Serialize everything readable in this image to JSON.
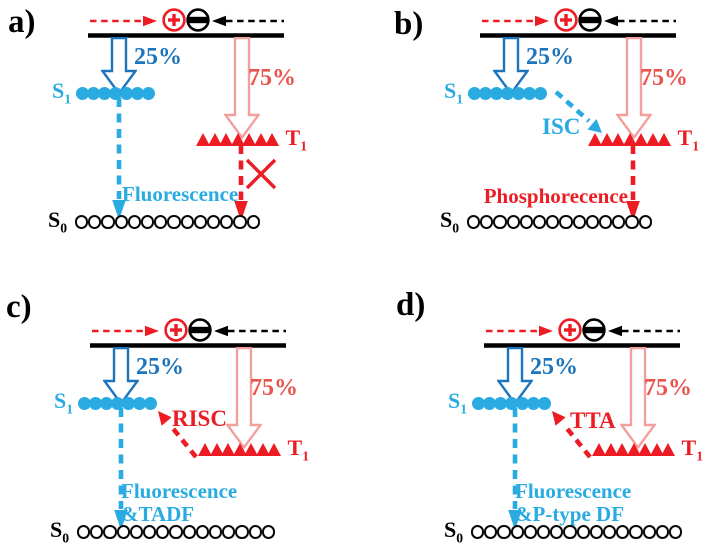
{
  "colors": {
    "cyan": "#29abe2",
    "dark_blue": "#1c75bc",
    "red": "#ed1c24",
    "pink_outline": "#f2a09d",
    "soft_red": "#e8544e",
    "black": "#000000"
  },
  "shared": {
    "hole_icon": "circle-plus",
    "electron_icon": "circle-minus",
    "singlet_fraction": "25%",
    "triplet_fraction": "75%",
    "s1": {
      "base": "S",
      "sub": "1"
    },
    "t1": {
      "base": "T",
      "sub": "1"
    },
    "s0": {
      "base": "S",
      "sub": "0"
    }
  },
  "panels": {
    "a": {
      "label": "a)",
      "s1_exciton_count": 7,
      "t1_exciton_count": 7,
      "s0_site_count": 14,
      "emission_label": "Fluorescence",
      "triplet_decay_icon": "forbidden-x"
    },
    "b": {
      "label": "b)",
      "s1_exciton_count": 7,
      "t1_exciton_count": 7,
      "s0_site_count": 14,
      "transfer_label": "ISC",
      "emission_label": "Phosphorecence"
    },
    "c": {
      "label": "c)",
      "s1_exciton_count": 7,
      "t1_exciton_count": 7,
      "s0_site_count": 15,
      "transfer_label": "RISC",
      "emission_label_line1": "Fluorescence",
      "emission_label_line2": "&TADF"
    },
    "d": {
      "label": "d)",
      "s1_exciton_count": 7,
      "t1_exciton_count": 7,
      "s0_site_count": 16,
      "transfer_label": "TTA",
      "emission_label_line1": "Fluorescence",
      "emission_label_line2": "&P-type DF"
    }
  }
}
